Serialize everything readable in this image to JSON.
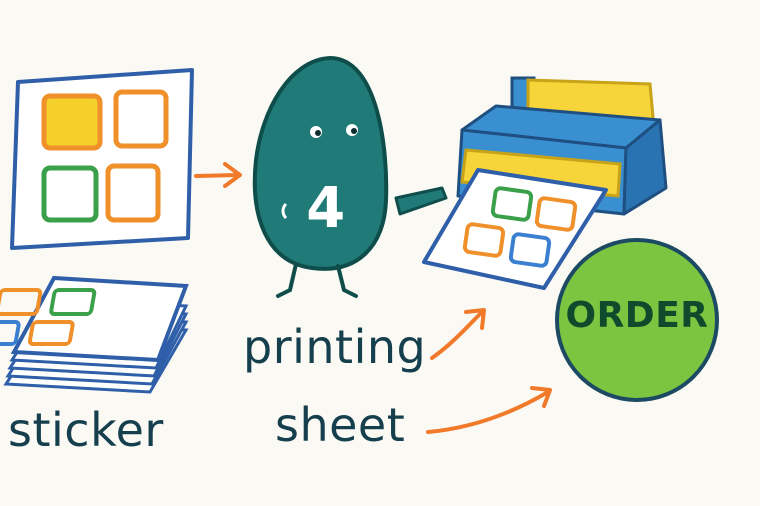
{
  "labels": {
    "sticker": "sticker",
    "printing": "printing",
    "sheet": "sheet",
    "order": "ORDER",
    "count": "4"
  },
  "colors": {
    "background": "#fbf9f4",
    "outline_blue": "#2f5fa8",
    "character_teal": "#1f7a78",
    "sticker_orange": "#f0902a",
    "sticker_yellow": "#f5cf2a",
    "sticker_green": "#3ba04a",
    "sticker_blue": "#3b7fd0",
    "printer_blue": "#3a8fd1",
    "printer_yellow": "#f6d43a",
    "order_green": "#7cc540",
    "arrow_orange": "#f07a2a",
    "text_dark": "#163f4d"
  },
  "icons": [
    "sticker-sheet-icon",
    "sticker-stack-icon",
    "teal-character-icon",
    "printer-icon",
    "printed-sheet-icon",
    "order-badge",
    "arrow-icon"
  ]
}
